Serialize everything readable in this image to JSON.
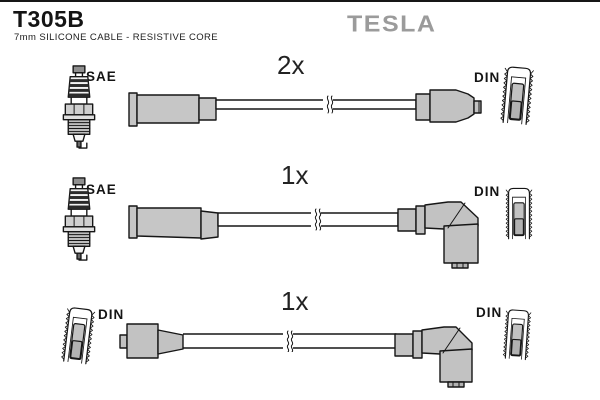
{
  "header": {
    "part_number": "T305B",
    "description": "7mm SILICONE CABLE - RESISTIVE CORE",
    "brand": "TESLA"
  },
  "rows": [
    {
      "quantity": "2x",
      "left_label": "SAE",
      "right_label": "DIN",
      "left_end": "spark-plug-boot-straight",
      "right_end": "distributor-connector-straight"
    },
    {
      "quantity": "1x",
      "left_label": "SAE",
      "right_label": "DIN",
      "left_end": "spark-plug-boot-straight",
      "right_end": "distributor-connector-angled"
    },
    {
      "quantity": "1x",
      "left_label": "DIN",
      "right_label": "DIN",
      "left_end": "coil-connector-straight",
      "right_end": "distributor-connector-angled"
    }
  ],
  "colors": {
    "background": "#ffffff",
    "outline": "#161616",
    "boot_gray": "#c6c6c6",
    "connector_gray": "#c2c2c2",
    "terminal_gray": "#b2b2b2",
    "brand_gray": "#9b9b9b"
  }
}
